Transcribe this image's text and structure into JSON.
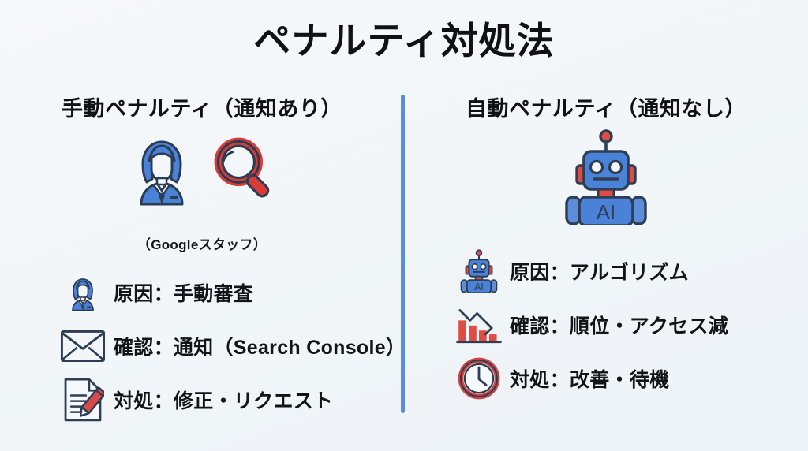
{
  "slide": {
    "title": "ペナルティ対処法",
    "background_color": "#f2f6f9",
    "divider_color": "#5b8ddb",
    "accent_blue": "#4a7fd4",
    "accent_red": "#d93b37",
    "accent_navy": "#2e3e54"
  },
  "columns": [
    {
      "id": "manual",
      "header": "手動ペナルティ（通知あり）",
      "hero_icons": [
        "staff-person-icon",
        "magnifying-glass-icon"
      ],
      "hero_caption": "（Googleスタッフ）",
      "rows": [
        {
          "icon": "person-icon",
          "label": "原因：手動審査"
        },
        {
          "icon": "envelope-icon",
          "label": "確認：通知（Search Console）"
        },
        {
          "icon": "document-pencil-icon",
          "label": "対処：修正・リクエスト"
        }
      ]
    },
    {
      "id": "automatic",
      "header": "自動ペナルティ（通知なし）",
      "hero_icons": [
        "robot-ai-icon"
      ],
      "hero_caption": "",
      "rows": [
        {
          "icon": "robot-ai-icon",
          "label": "原因：アルゴリズム"
        },
        {
          "icon": "declining-chart-icon",
          "label": "確認：順位・アクセス減"
        },
        {
          "icon": "clock-icon",
          "label": "対処：改善・待機"
        }
      ]
    }
  ]
}
